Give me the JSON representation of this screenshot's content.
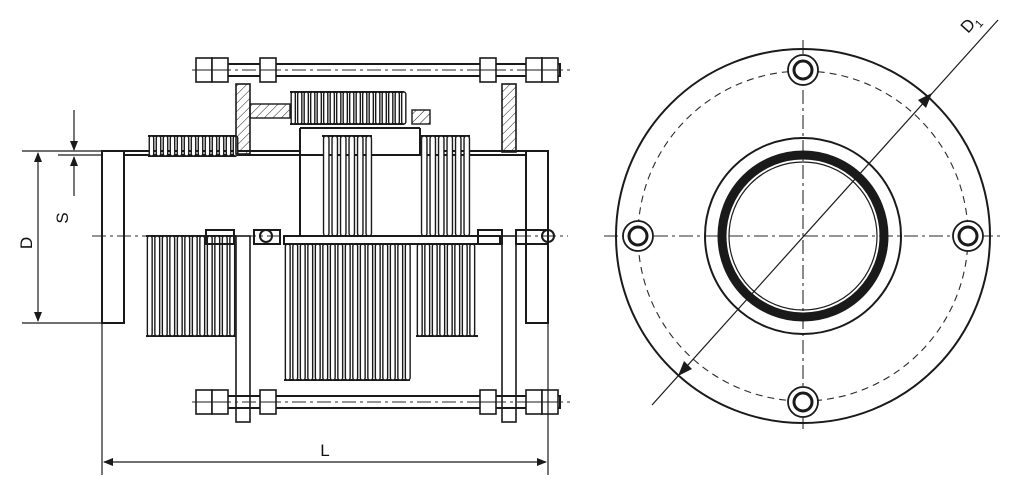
{
  "labels": {
    "L": "L",
    "D": "D",
    "S": "S",
    "D1": "D",
    "D1_sub": "1"
  },
  "colors": {
    "line": "#1a1a1a",
    "background": "#ffffff"
  }
}
